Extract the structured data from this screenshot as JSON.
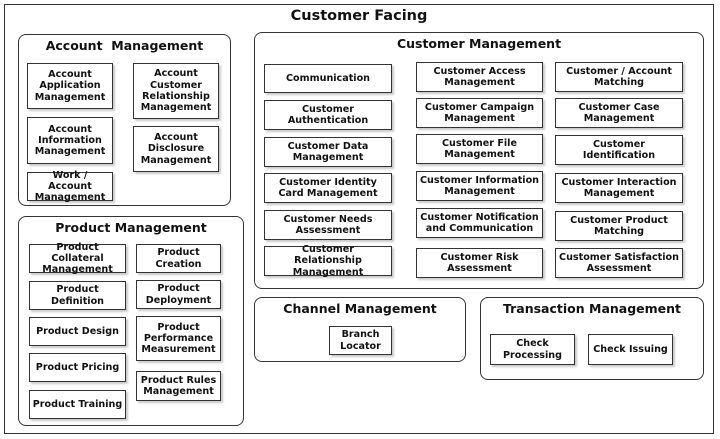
{
  "title": "Customer Facing",
  "account_management": {
    "title": "Account  Management",
    "items": [
      "Account Application Management",
      "Account Customer Relationship Management",
      "Account Information Management",
      "Account Disclosure Management",
      "Work / Account Management"
    ]
  },
  "customer_management": {
    "title": "Customer Management",
    "col1": [
      "Communication",
      "Customer Authentication",
      "Customer Data Management",
      "Customer Identity Card Management",
      "Customer Needs Assessment",
      "Customer Relationship Management"
    ],
    "col2": [
      "Customer Access Management",
      "Customer Campaign Management",
      "Customer File Management",
      "Customer Information Management",
      "Customer Notification and Communication",
      "Customer Risk Assessment"
    ],
    "col3": [
      "Customer / Account Matching",
      "Customer Case Management",
      "Customer Identification",
      "Customer Interaction Management",
      "Customer Product Matching",
      "Customer Satisfaction Assessment"
    ]
  },
  "product_management": {
    "title": "Product Management",
    "col1": [
      "Product Collateral Management",
      "Product Definition",
      "Product Design",
      "Product Pricing",
      "Product Training"
    ],
    "col2": [
      "Product Creation",
      "Product Deployment",
      "Product Performance Measurement",
      "Product Rules Management"
    ]
  },
  "channel_management": {
    "title": "Channel Management",
    "items": [
      "Branch Locator"
    ]
  },
  "transaction_management": {
    "title": "Transaction Management",
    "items": [
      "Check Processing",
      "Check Issuing"
    ]
  }
}
